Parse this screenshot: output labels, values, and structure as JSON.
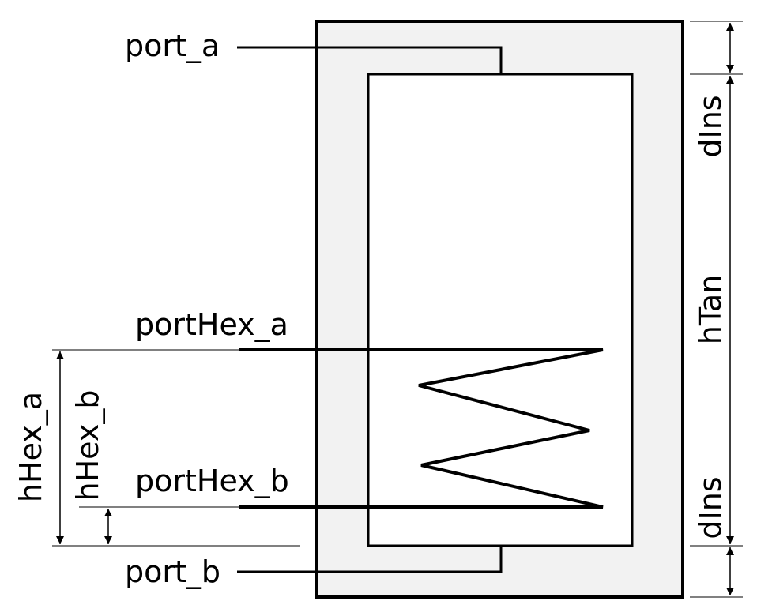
{
  "labels": {
    "port_a": "port_a",
    "port_b": "port_b",
    "portHex_a": "portHex_a",
    "portHex_b": "portHex_b",
    "hHex_a": "hHex_a",
    "hHex_b": "hHex_b",
    "dIns_top": "dIns",
    "dIns_bottom": "dIns",
    "hTan": "hTan"
  },
  "colors": {
    "insulation_fill": "#f2f2f2",
    "tank_fill": "#ffffff",
    "stroke": "#000000"
  }
}
